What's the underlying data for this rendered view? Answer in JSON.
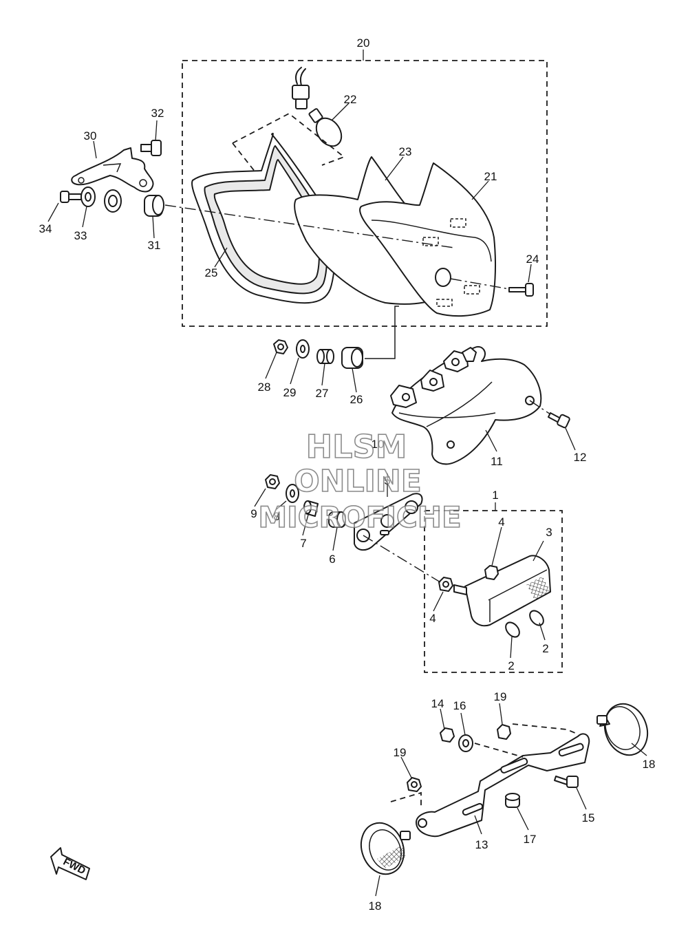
{
  "watermark": {
    "line1": "HLSM",
    "line2": "ONLINE",
    "line3": "MICROFICHE"
  },
  "direction_indicator": "FWD",
  "callouts": {
    "p1": "1",
    "p2a": "2",
    "p2b": "2",
    "p3": "3",
    "p4a": "4",
    "p4b": "4",
    "p5": "5",
    "p6": "6",
    "p7": "7",
    "p8": "8",
    "p9": "9",
    "p10": "10",
    "p11": "11",
    "p12": "12",
    "p13": "13",
    "p14": "14",
    "p15": "15",
    "p16": "16",
    "p17": "17",
    "p18a": "18",
    "p18b": "18",
    "p19a": "19",
    "p19b": "19",
    "p20": "20",
    "p21": "21",
    "p22": "22",
    "p23": "23",
    "p24": "24",
    "p25": "25",
    "p26": "26",
    "p27": "27",
    "p28": "28",
    "p29": "29",
    "p30": "30",
    "p31": "31",
    "p32": "32",
    "p33": "33",
    "p34": "34"
  }
}
